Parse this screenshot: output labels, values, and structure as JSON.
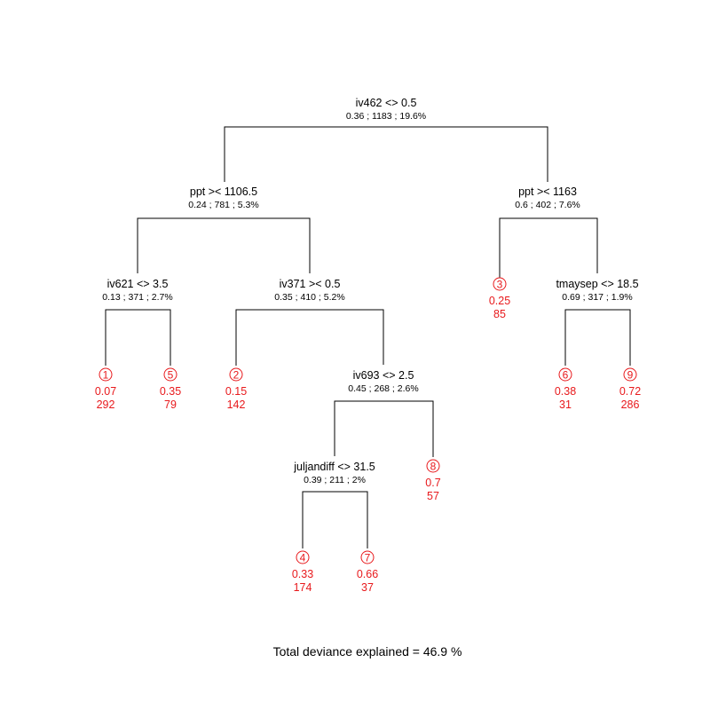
{
  "colors": {
    "split_text": "#000000",
    "leaf": "#e8191c",
    "edge": "#000000"
  },
  "splits": [
    {
      "id": "root",
      "label": "iv462 <> 0.5",
      "stats": "0.36 ; 1183 ; 19.6%"
    },
    {
      "id": "l",
      "label": "ppt >< 1106.5",
      "stats": "0.24 ; 781 ; 5.3%"
    },
    {
      "id": "r",
      "label": "ppt >< 1163",
      "stats": "0.6 ; 402 ; 7.6%"
    },
    {
      "id": "ll",
      "label": "iv621 <> 3.5",
      "stats": "0.13 ; 371 ; 2.7%"
    },
    {
      "id": "lr",
      "label": "iv371 >< 0.5",
      "stats": "0.35 ; 410 ; 5.2%"
    },
    {
      "id": "rr",
      "label": "tmaysep <> 18.5",
      "stats": "0.69 ; 317 ; 1.9%"
    },
    {
      "id": "lrr",
      "label": "iv693 <> 2.5",
      "stats": "0.45 ; 268 ; 2.6%"
    },
    {
      "id": "lrrl",
      "label": "juljandiff <> 31.5",
      "stats": "0.39 ; 211 ; 2%"
    }
  ],
  "leaves": [
    {
      "id": "1",
      "value": "0.07",
      "count": "292"
    },
    {
      "id": "5",
      "value": "0.35",
      "count": "79"
    },
    {
      "id": "2",
      "value": "0.15",
      "count": "142"
    },
    {
      "id": "3",
      "value": "0.25",
      "count": "85"
    },
    {
      "id": "6",
      "value": "0.38",
      "count": "31"
    },
    {
      "id": "9",
      "value": "0.72",
      "count": "286"
    },
    {
      "id": "8",
      "value": "0.7",
      "count": "57"
    },
    {
      "id": "4",
      "value": "0.33",
      "count": "174"
    },
    {
      "id": "7",
      "value": "0.66",
      "count": "37"
    }
  ],
  "footer": "Total deviance explained = 46.9 %"
}
